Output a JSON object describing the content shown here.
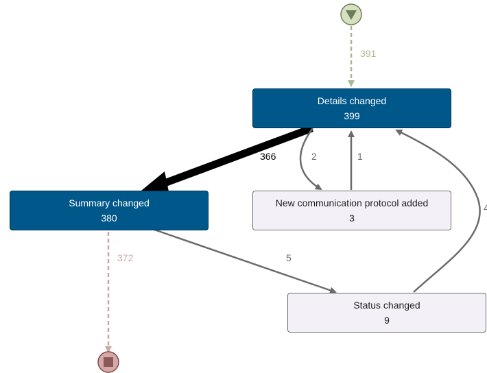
{
  "process_map": {
    "start_event": {
      "icon": "down-triangle-icon",
      "fill_color": "#d6dfc0",
      "stroke_color": "#6b7e56"
    },
    "end_event": {
      "icon": "square-stop-icon",
      "fill_color": "#d7a8a8",
      "stroke_color": "#7a4a4a"
    },
    "nodes": {
      "details_changed": {
        "label": "Details changed",
        "count": "399"
      },
      "summary_changed": {
        "label": "Summary changed",
        "count": "380"
      },
      "new_protocol_added": {
        "label": "New communication protocol added",
        "count": "3"
      },
      "status_changed": {
        "label": "Status changed",
        "count": "9"
      }
    },
    "edges": {
      "start_to_details": "391",
      "details_to_summary": "366",
      "details_to_protocol": "2",
      "protocol_to_details": "1",
      "summary_to_status": "5",
      "summary_to_end": "372",
      "status_to_details": "4"
    },
    "colors": {
      "activity_dark": "#00578a",
      "activity_light": "#f3f0f7",
      "edge_gray": "#6b6b6b",
      "edge_main": "#000000",
      "start_edge": "#a9b792",
      "end_edge": "#c9a9a6"
    }
  }
}
